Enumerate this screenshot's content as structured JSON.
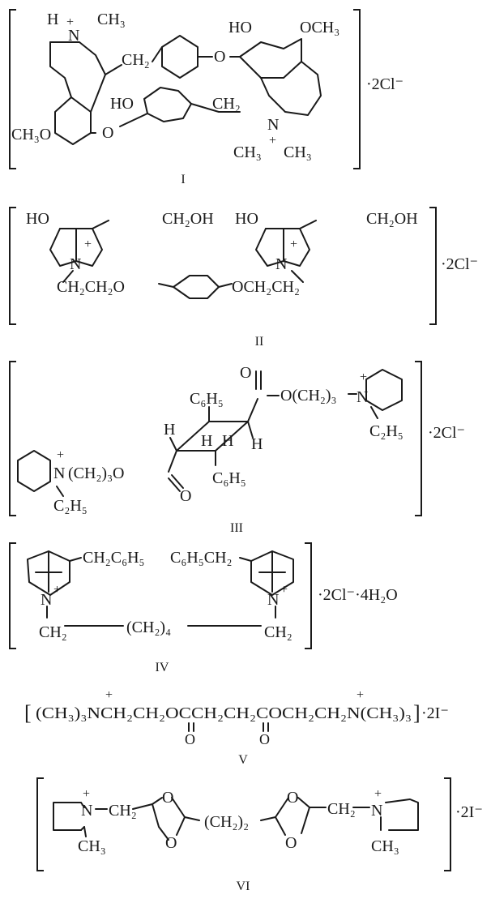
{
  "structures": [
    {
      "numeral": "I",
      "salt": "·2Cl⁻",
      "groups": {
        "h": "H",
        "plus_n": "N",
        "plus": "+",
        "ch3_top": "CH₃",
        "ch2_a": "CH₂",
        "ho_top": "HO",
        "och3_top": "OCH₃",
        "o_a": "O",
        "ho_mid": "HO",
        "ch2_b": "CH₂",
        "och3_left": "CH₃O",
        "o_b": "O",
        "n2": "N",
        "plus2": "+",
        "ch3_b1": "CH₃",
        "ch3_b2": "CH₃"
      }
    },
    {
      "numeral": "II",
      "salt": "·2Cl⁻",
      "groups": {
        "ho_l": "HO",
        "ch2oh_l": "CH₂OH",
        "n_l": "N",
        "plus_l": "+",
        "chain_l": "CH₂CH₂O",
        "ho_r": "HO",
        "ch2oh_r": "CH₂OH",
        "n_r": "N",
        "plus_r": "+",
        "chain_r": "OCH₂CH₂"
      }
    },
    {
      "numeral": "III",
      "salt": "·2Cl⁻",
      "groups": {
        "o_top": "O",
        "ester_top": "O(CH₂)₃",
        "n_top": "N",
        "plus_top": "+",
        "et_top": "C₂H₅",
        "ph_top": "C₆H₅",
        "h1": "H",
        "h2": "H",
        "h3": "H",
        "h4": "H",
        "ph_bot": "C₆H₅",
        "n_bot": "N",
        "plus_bot": "+",
        "ester_bot": "(CH₂)₃O",
        "o_bot": "O",
        "et_bot": "C₂H₅"
      }
    },
    {
      "numeral": "IV",
      "salt": "·2Cl⁻·4H₂O",
      "groups": {
        "bn_l": "CH₂C₆H₅",
        "bn_r": "C₆H₅CH₂",
        "n_l": "N",
        "plus_l": "+",
        "n_r": "N",
        "plus_r": "+",
        "ch2_l": "CH₂",
        "linker": "(CH₂)₄",
        "ch2_r": "CH₂"
      }
    },
    {
      "numeral": "V",
      "salt": "·2I⁻",
      "formula": "(CH₃)₃NCH₂CH₂OCCH₂CH₂COCH₂CH₂N(CH₃)₃",
      "plus": "+",
      "carbonyl_o": "O"
    },
    {
      "numeral": "VI",
      "salt": "·2I⁻",
      "groups": {
        "n_l": "N",
        "plus_l": "+",
        "ch2_l": "CH₂",
        "me_l": "CH₃",
        "o1": "O",
        "o2": "O",
        "linker": "(CH₂)₂",
        "o3": "O",
        "o4": "O",
        "ch2_r": "CH₂",
        "n_r": "N",
        "plus_r": "+",
        "me_r": "CH₃"
      }
    }
  ]
}
